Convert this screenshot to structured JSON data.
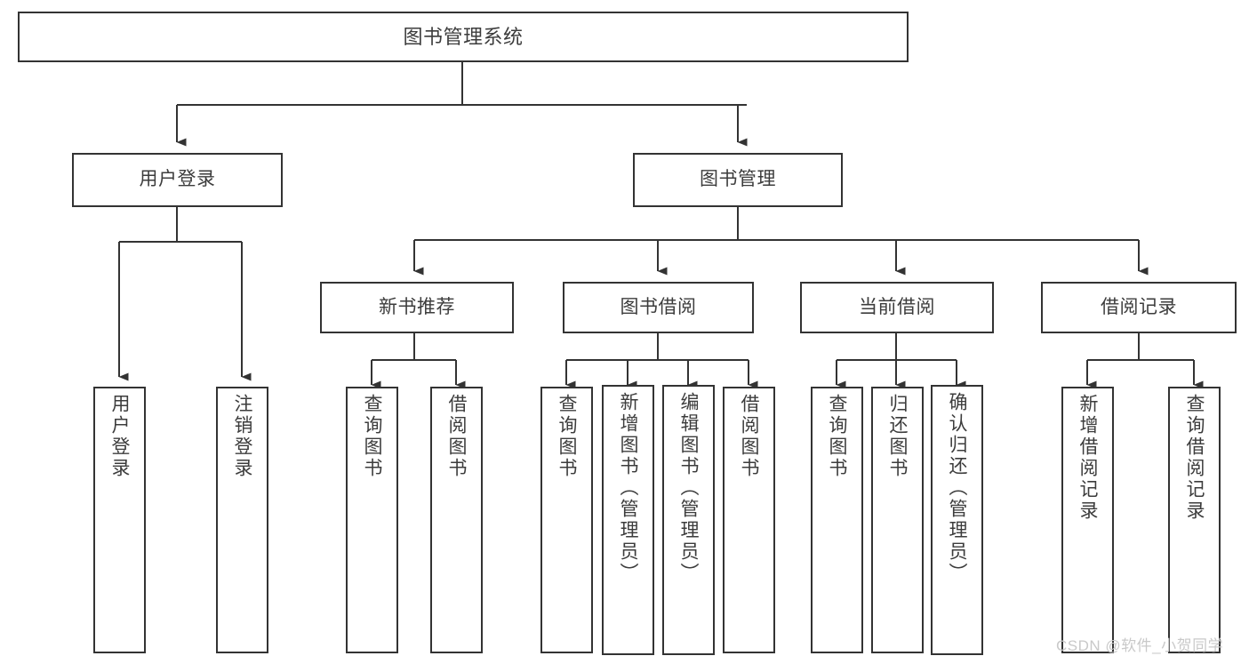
{
  "diagram": {
    "title": "图书管理系统",
    "type": "功能结构图",
    "watermark": "CSDN @软件_小贺同学",
    "colors": {
      "node_border": "#333333",
      "node_fill": "#ffffff",
      "text": "#3c3c3c",
      "edge": "#333333",
      "watermark": "#c9c9c9",
      "background": "#ffffff"
    },
    "nodes": {
      "root": {
        "label": "图书管理系统"
      },
      "level2": [
        {
          "id": "user-login",
          "label": "用户登录"
        },
        {
          "id": "book-manage",
          "label": "图书管理"
        }
      ],
      "level3": [
        {
          "id": "new-book-recommend",
          "label": "新书推荐"
        },
        {
          "id": "book-borrow",
          "label": "图书借阅"
        },
        {
          "id": "current-borrow",
          "label": "当前借阅"
        },
        {
          "id": "borrow-record",
          "label": "借阅记录"
        }
      ],
      "leaves": {
        "user-login": [
          {
            "id": "leaf-user-login",
            "label": "用户登录"
          },
          {
            "id": "leaf-logout-login",
            "label": "注销登录"
          }
        ],
        "new-book-recommend": [
          {
            "id": "leaf-query-book-1",
            "label": "查询图书"
          },
          {
            "id": "leaf-borrow-book-1",
            "label": "借阅图书"
          }
        ],
        "book-borrow": [
          {
            "id": "leaf-query-book-2",
            "label": "查询图书"
          },
          {
            "id": "leaf-add-book",
            "label": "新增图书（管理员）"
          },
          {
            "id": "leaf-edit-book",
            "label": "编辑图书（管理员）"
          },
          {
            "id": "leaf-borrow-book-2",
            "label": "借阅图书"
          }
        ],
        "current-borrow": [
          {
            "id": "leaf-query-book-3",
            "label": "查询图书"
          },
          {
            "id": "leaf-return-book",
            "label": "归还图书"
          },
          {
            "id": "leaf-confirm-return",
            "label": "确认归还（管理员）"
          }
        ],
        "borrow-record": [
          {
            "id": "leaf-add-record",
            "label": "新增借阅记录"
          },
          {
            "id": "leaf-query-record",
            "label": "查询借阅记录"
          }
        ]
      }
    }
  }
}
